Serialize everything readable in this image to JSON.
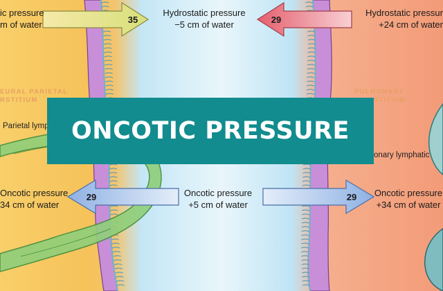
{
  "banner": {
    "title": "ONCOTIC PRESSURE"
  },
  "top_row": {
    "left_label_line1": "ic pressure",
    "left_label_line2": "m of water",
    "left_arrow_value": "35",
    "center_label_line1": "Hydrostatic pressure",
    "center_label_line2": "−5 cm of water",
    "right_arrow_value": "29",
    "right_label_line1": "Hydrostatic pressur",
    "right_label_line2": "+24 cm of water"
  },
  "regions": {
    "left_line1": "EURAL PARIETAL",
    "left_line2": "RSTITIUM",
    "right_line1": "PULMONARY",
    "right_line2": "STITIUM"
  },
  "lymphatics": {
    "left": "Parietal lymp",
    "right": "onary lymphatic"
  },
  "bottom_row": {
    "left_label_line1": "Oncotic pressure",
    "left_label_line2": "34 cm of water",
    "left_arrow_value": "29",
    "center_label_line1": "Oncotic pressure",
    "center_label_line2": "+5 cm of water",
    "right_arrow_value": "29",
    "right_label_line1": "Oncotic pressure",
    "right_label_line2": "+34 cm of water"
  },
  "colors": {
    "left_interstitium": "#f6c25a",
    "pleural_space": "#bfe6f5",
    "right_interstitium": "#f4a07d",
    "membrane": "#c68cd6",
    "banner": "#128c8e",
    "yellow_arrow": "#f2e27a",
    "red_arrow": "#f39aa6",
    "blue_arrow": "#a6c4ea"
  }
}
